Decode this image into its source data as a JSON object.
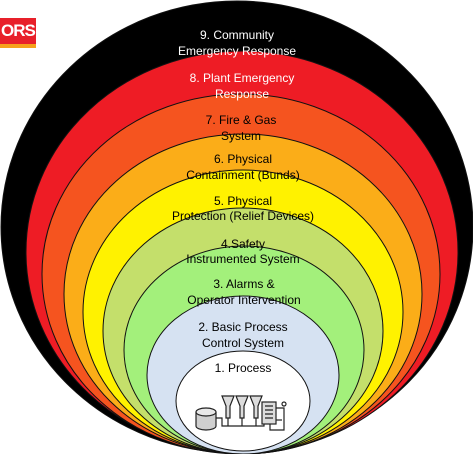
{
  "logo": {
    "text": "ORS"
  },
  "layers": [
    {
      "line1": "9. Community",
      "line2": "Emergency Response",
      "color": "#000000",
      "text_color": "#ffffff"
    },
    {
      "line1": "8. Plant Emergency",
      "line2": "Response",
      "color": "#ee1c25",
      "text_color": "#ffffff"
    },
    {
      "line1": "7. Fire & Gas",
      "line2": "System",
      "color": "#f5541f",
      "text_color": "#000000"
    },
    {
      "line1": "6. Physical",
      "line2": "Containment (Bunds)",
      "color": "#fbad18",
      "text_color": "#000000"
    },
    {
      "line1": "5. Physical",
      "line2": "Protection (Relief Devices)",
      "color": "#fff200",
      "text_color": "#000000"
    },
    {
      "line1": "4.Safety",
      "line2": "Instrumented System",
      "color": "#c4df6b",
      "text_color": "#000000"
    },
    {
      "line1": "3. Alarms &",
      "line2": "Operator Intervention",
      "color": "#a3f07b",
      "text_color": "#000000"
    },
    {
      "line1": "2. Basic Process",
      "line2": "Control System",
      "color": "#d6e2f2",
      "text_color": "#000000"
    },
    {
      "line1": "1. Process",
      "line2": "",
      "color": "#ffffff",
      "text_color": "#000000"
    }
  ],
  "process_icon": "process-plant-icon"
}
